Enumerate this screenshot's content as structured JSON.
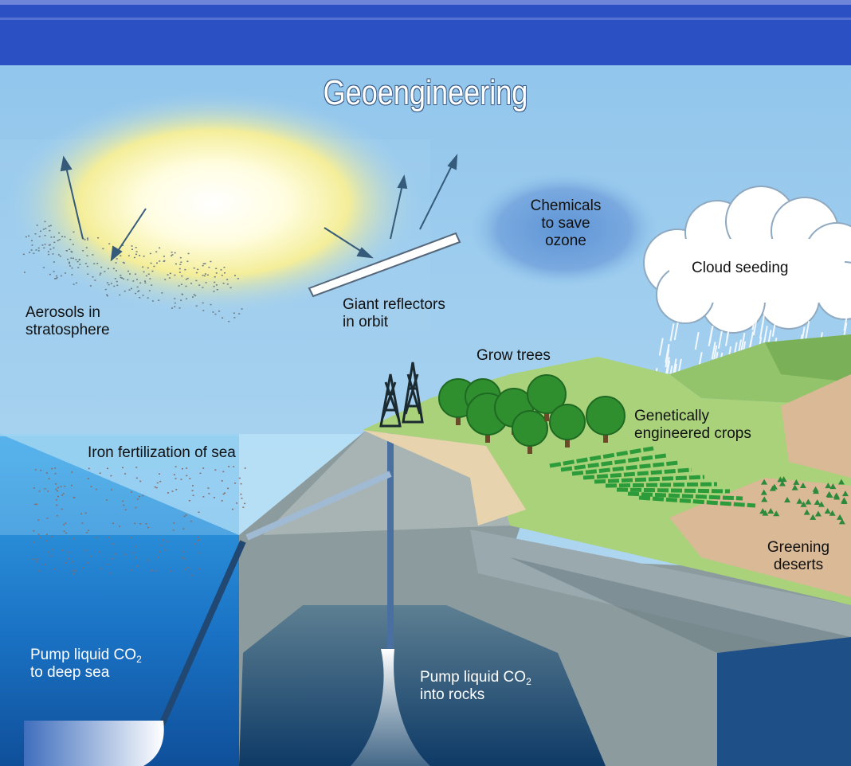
{
  "title": "Geoengineering",
  "labels": {
    "aerosols_line1": "Aerosols in",
    "aerosols_line2": "stratosphere",
    "reflectors_line1": "Giant reflectors",
    "reflectors_line2": "in orbit",
    "chemicals_line1": "Chemicals",
    "chemicals_line2": "to save",
    "chemicals_line3": "ozone",
    "cloud_seeding": "Cloud seeding",
    "grow_trees": "Grow trees",
    "crops_line1": "Genetically",
    "crops_line2": "engineered crops",
    "iron_fertilization": "Iron fertilization of sea",
    "deserts_line1": "Greening",
    "deserts_line2": "deserts",
    "pump_sea_line1": "Pump liquid CO",
    "pump_sea_sub": "2",
    "pump_sea_line2": "to deep sea",
    "pump_rocks_line1": "Pump liquid CO",
    "pump_rocks_sub": "2",
    "pump_rocks_line2": "into rocks"
  },
  "colors": {
    "header_bar": "#2e56c9",
    "sky": "#8ec3ea",
    "sea": "#1f84d6",
    "ground": "#9aa8a8",
    "grass": "#a9d27a",
    "desert": "#d7b793",
    "tree": "#2f8f2f"
  }
}
